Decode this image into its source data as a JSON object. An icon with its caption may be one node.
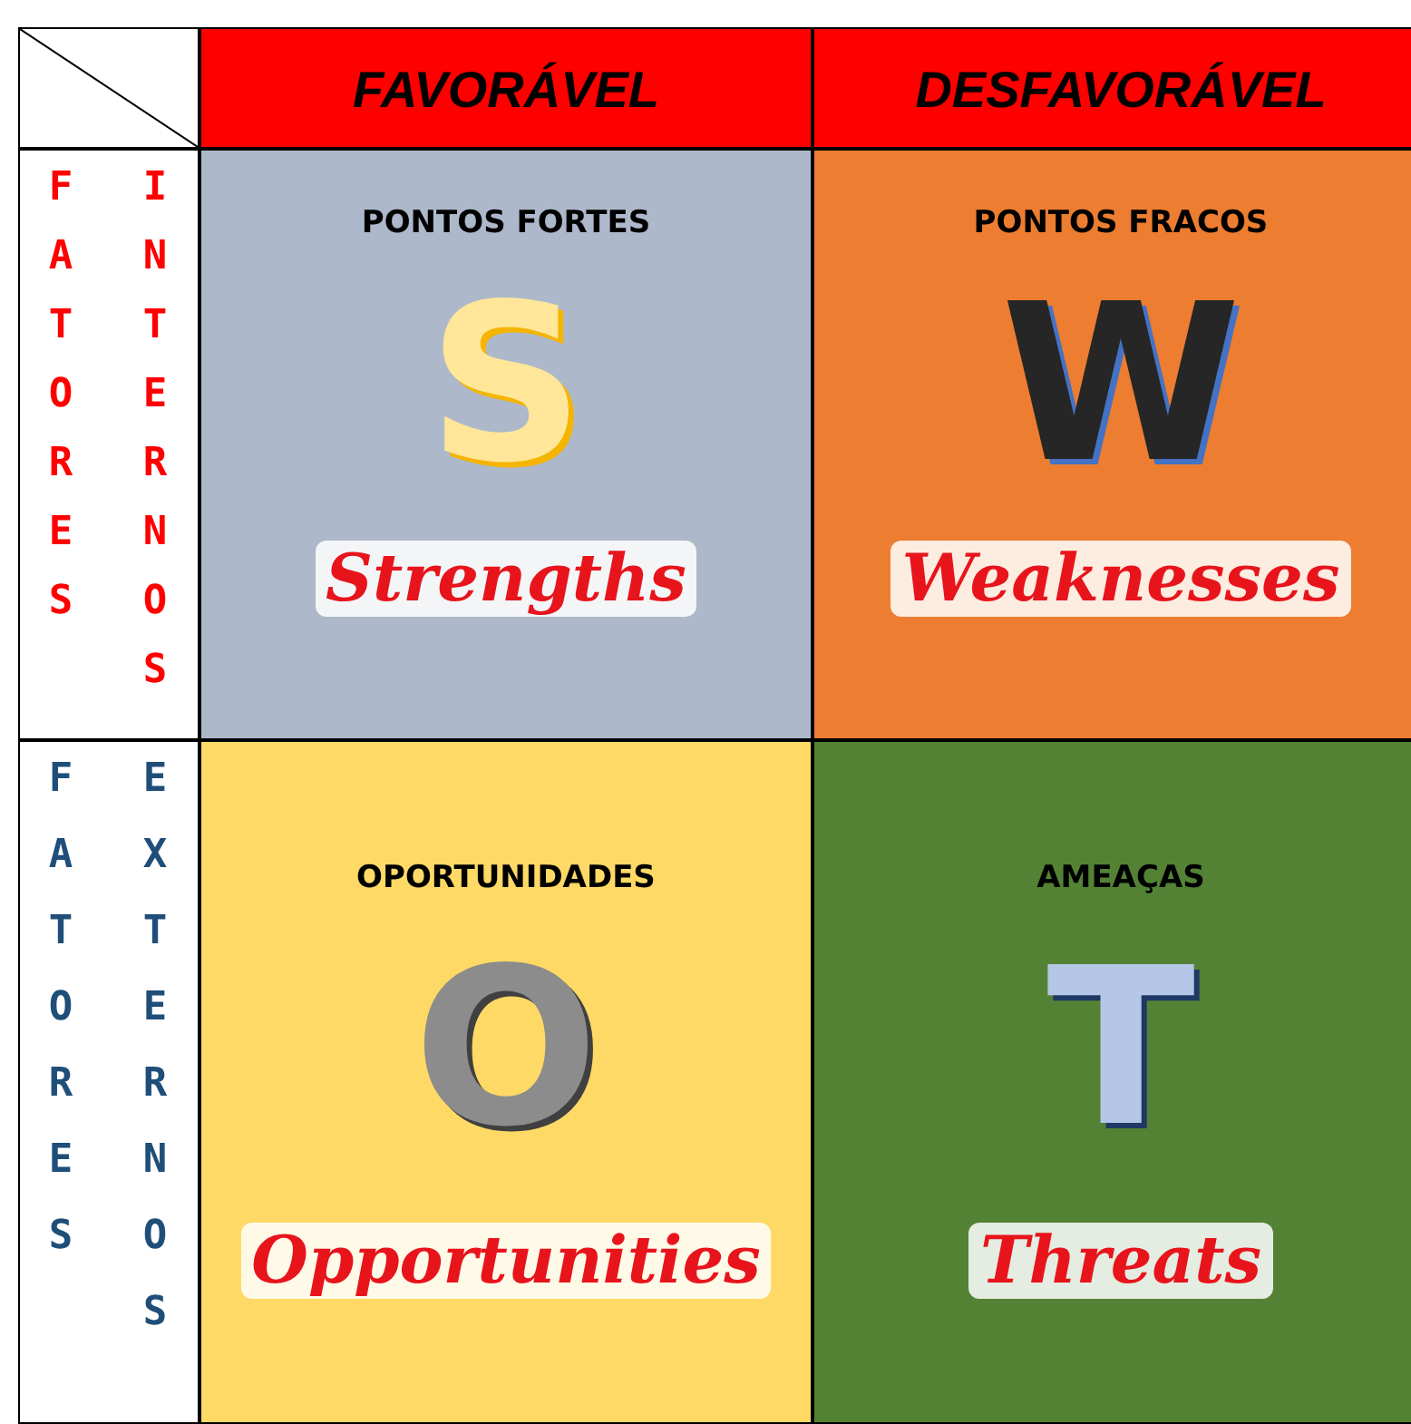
{
  "diagram": {
    "nodes": [
      {
        "text": [],
        "shape": "box"
      },
      {
        "text": [
          "FAVORÁVEL"
        ]
      },
      {
        "text": [
          "DESFAVORÁVEL"
        ]
      },
      {
        "text": [
          "FATORES",
          "INTERNOS"
        ]
      },
      {
        "text": [
          "PONTOS FORTES",
          "S",
          "Strengths"
        ]
      },
      {
        "text": [
          "PONTOS FRACOS",
          "W",
          "Weaknesses"
        ]
      },
      {
        "text": [
          "FATORES",
          "EXTERNOS"
        ]
      },
      {
        "text": [
          "OPORTUNIDADES",
          "O",
          "Opportunities"
        ]
      },
      {
        "text": [
          "AMEAÇAS",
          "T",
          "Threats"
        ]
      }
    ],
    "edges": []
  }
}
